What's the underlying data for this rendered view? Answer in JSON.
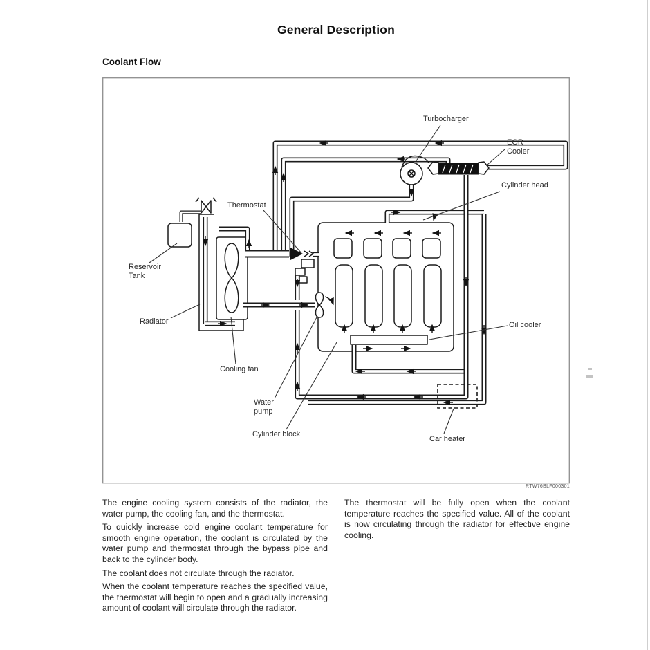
{
  "page": {
    "title": "General Description",
    "section_heading": "Coolant Flow",
    "figure_code": "RTW76BLF000301"
  },
  "diagram": {
    "labels": {
      "turbocharger": "Turbocharger",
      "egr_cooler": "EGR\nCooler",
      "cylinder_head": "Cylinder head",
      "thermostat": "Thermostat",
      "reservoir_tank": "Reservoir\nTank",
      "radiator": "Radiator",
      "cooling_fan": "Cooling fan",
      "water_pump": "Water\npump",
      "cylinder_block": "Cylinder block",
      "oil_cooler": "Oil cooler",
      "car_heater": "Car heater"
    }
  },
  "body_text": {
    "left_column": [
      "The engine cooling system consists of the radiator, the water pump, the cooling fan, and the thermostat.",
      "To quickly increase cold engine coolant temperature for smooth engine operation, the coolant is circulated by the water pump and thermostat through the bypass pipe and back to the cylinder body.",
      "The coolant does not circulate through the radiator.",
      "When the coolant temperature reaches the specified value, the thermostat will begin to open and a gradually increasing amount of coolant will circulate through the radiator."
    ],
    "right_column": [
      "The thermostat will be fully open when the coolant temperature reaches the specified value. All of the coolant is now circulating through the radiator for effective engine cooling."
    ]
  }
}
